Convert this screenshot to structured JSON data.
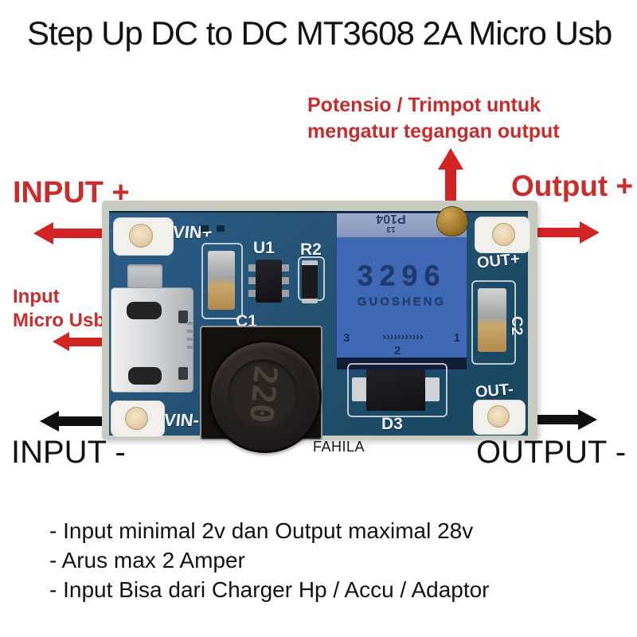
{
  "title": "Step Up DC to DC MT3608 2A Micro Usb",
  "annotations": {
    "trimpot_note": [
      "Potensio / Trimpot untuk",
      "mengatur tegangan output"
    ],
    "input_plus": "INPUT +",
    "output_plus": "Output +",
    "input_usb": [
      "Input",
      "Micro Usb"
    ],
    "input_minus": "INPUT -",
    "output_minus": "OUTPUT -"
  },
  "board": {
    "silkscreen": {
      "vin_plus": "VIN+",
      "vin_minus": "VIN-",
      "out_plus": "OUT+",
      "out_minus": "OUT-",
      "u1": "U1",
      "r2": "R2",
      "c1": "C1",
      "c2": "C2",
      "d3": "D3"
    },
    "components": {
      "trimpot_model": "3296",
      "trimpot_brand": "GUOSHENG",
      "trimpot_code": "P104",
      "trimpot_code2": "13",
      "trimpot_scale_left": "3",
      "trimpot_scale_mid": "2",
      "trimpot_scale_right": "1",
      "trimpot_dial_marks": "›››››››››››",
      "inductor_marking": "220"
    },
    "watermark": "FAHILA"
  },
  "specs": [
    "- Input minimal 2v dan Output maximal 28v",
    "- Arus max 2 Amper",
    "- Input Bisa dari Charger Hp / Accu / Adaptor"
  ],
  "colors": {
    "annotation_red": "#c92c2c",
    "arrow_red": "#d22424",
    "text_black": "#111111",
    "pcb_blue": "#24557a",
    "trimpot_blue": "#3f69b4",
    "brass": "#a87c2e",
    "board_edge_gray": "#c6cabf"
  }
}
